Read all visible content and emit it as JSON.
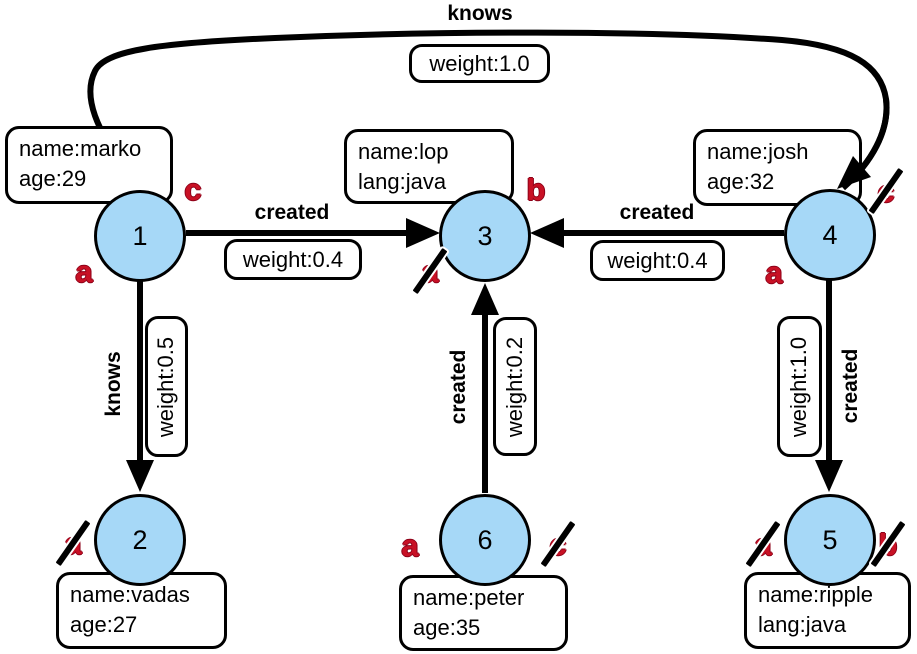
{
  "diagram_title": "tinkerpop-modern-graph",
  "colors": {
    "background": "#ffffff",
    "node_fill": "#a6d8f7",
    "stroke": "#000000",
    "marker_red": "#c81125"
  },
  "nodes": {
    "n1": {
      "id": "1",
      "properties": [
        "name:marko",
        "age:29"
      ]
    },
    "n2": {
      "id": "2",
      "properties": [
        "name:vadas",
        "age:27"
      ]
    },
    "n3": {
      "id": "3",
      "properties": [
        "name:lop",
        "lang:java"
      ]
    },
    "n4": {
      "id": "4",
      "properties": [
        "name:josh",
        "age:32"
      ]
    },
    "n5": {
      "id": "5",
      "properties": [
        "name:ripple",
        "lang:java"
      ]
    },
    "n6": {
      "id": "6",
      "properties": [
        "name:peter",
        "age:35"
      ]
    }
  },
  "edges": {
    "knows_1_4": {
      "from": "1",
      "to": "4",
      "label": "knows",
      "weight": "weight:1.0"
    },
    "created_1_3": {
      "from": "1",
      "to": "3",
      "label": "created",
      "weight": "weight:0.4"
    },
    "created_4_3": {
      "from": "4",
      "to": "3",
      "label": "created",
      "weight": "weight:0.4"
    },
    "knows_1_2": {
      "from": "1",
      "to": "2",
      "label": "knows",
      "weight": "weight:0.5"
    },
    "created_6_3": {
      "from": "6",
      "to": "3",
      "label": "created",
      "weight": "weight:0.2"
    },
    "created_4_5": {
      "from": "4",
      "to": "5",
      "label": "created",
      "weight": "weight:1.0"
    }
  },
  "markers": {
    "m1a": {
      "node": "1",
      "letter": "a",
      "struck": false
    },
    "m1c": {
      "node": "1",
      "letter": "c",
      "struck": false
    },
    "m2a": {
      "node": "2",
      "letter": "a",
      "struck": true
    },
    "m3a": {
      "node": "3",
      "letter": "a",
      "struck": true
    },
    "m3b": {
      "node": "3",
      "letter": "b",
      "struck": false
    },
    "m4a": {
      "node": "4",
      "letter": "a",
      "struck": false
    },
    "m4c": {
      "node": "4",
      "letter": "c",
      "struck": true
    },
    "m5a": {
      "node": "5",
      "letter": "a",
      "struck": true
    },
    "m5b": {
      "node": "5",
      "letter": "b",
      "struck": true
    },
    "m6a": {
      "node": "6",
      "letter": "a",
      "struck": false
    },
    "m6c": {
      "node": "6",
      "letter": "c",
      "struck": true
    }
  }
}
